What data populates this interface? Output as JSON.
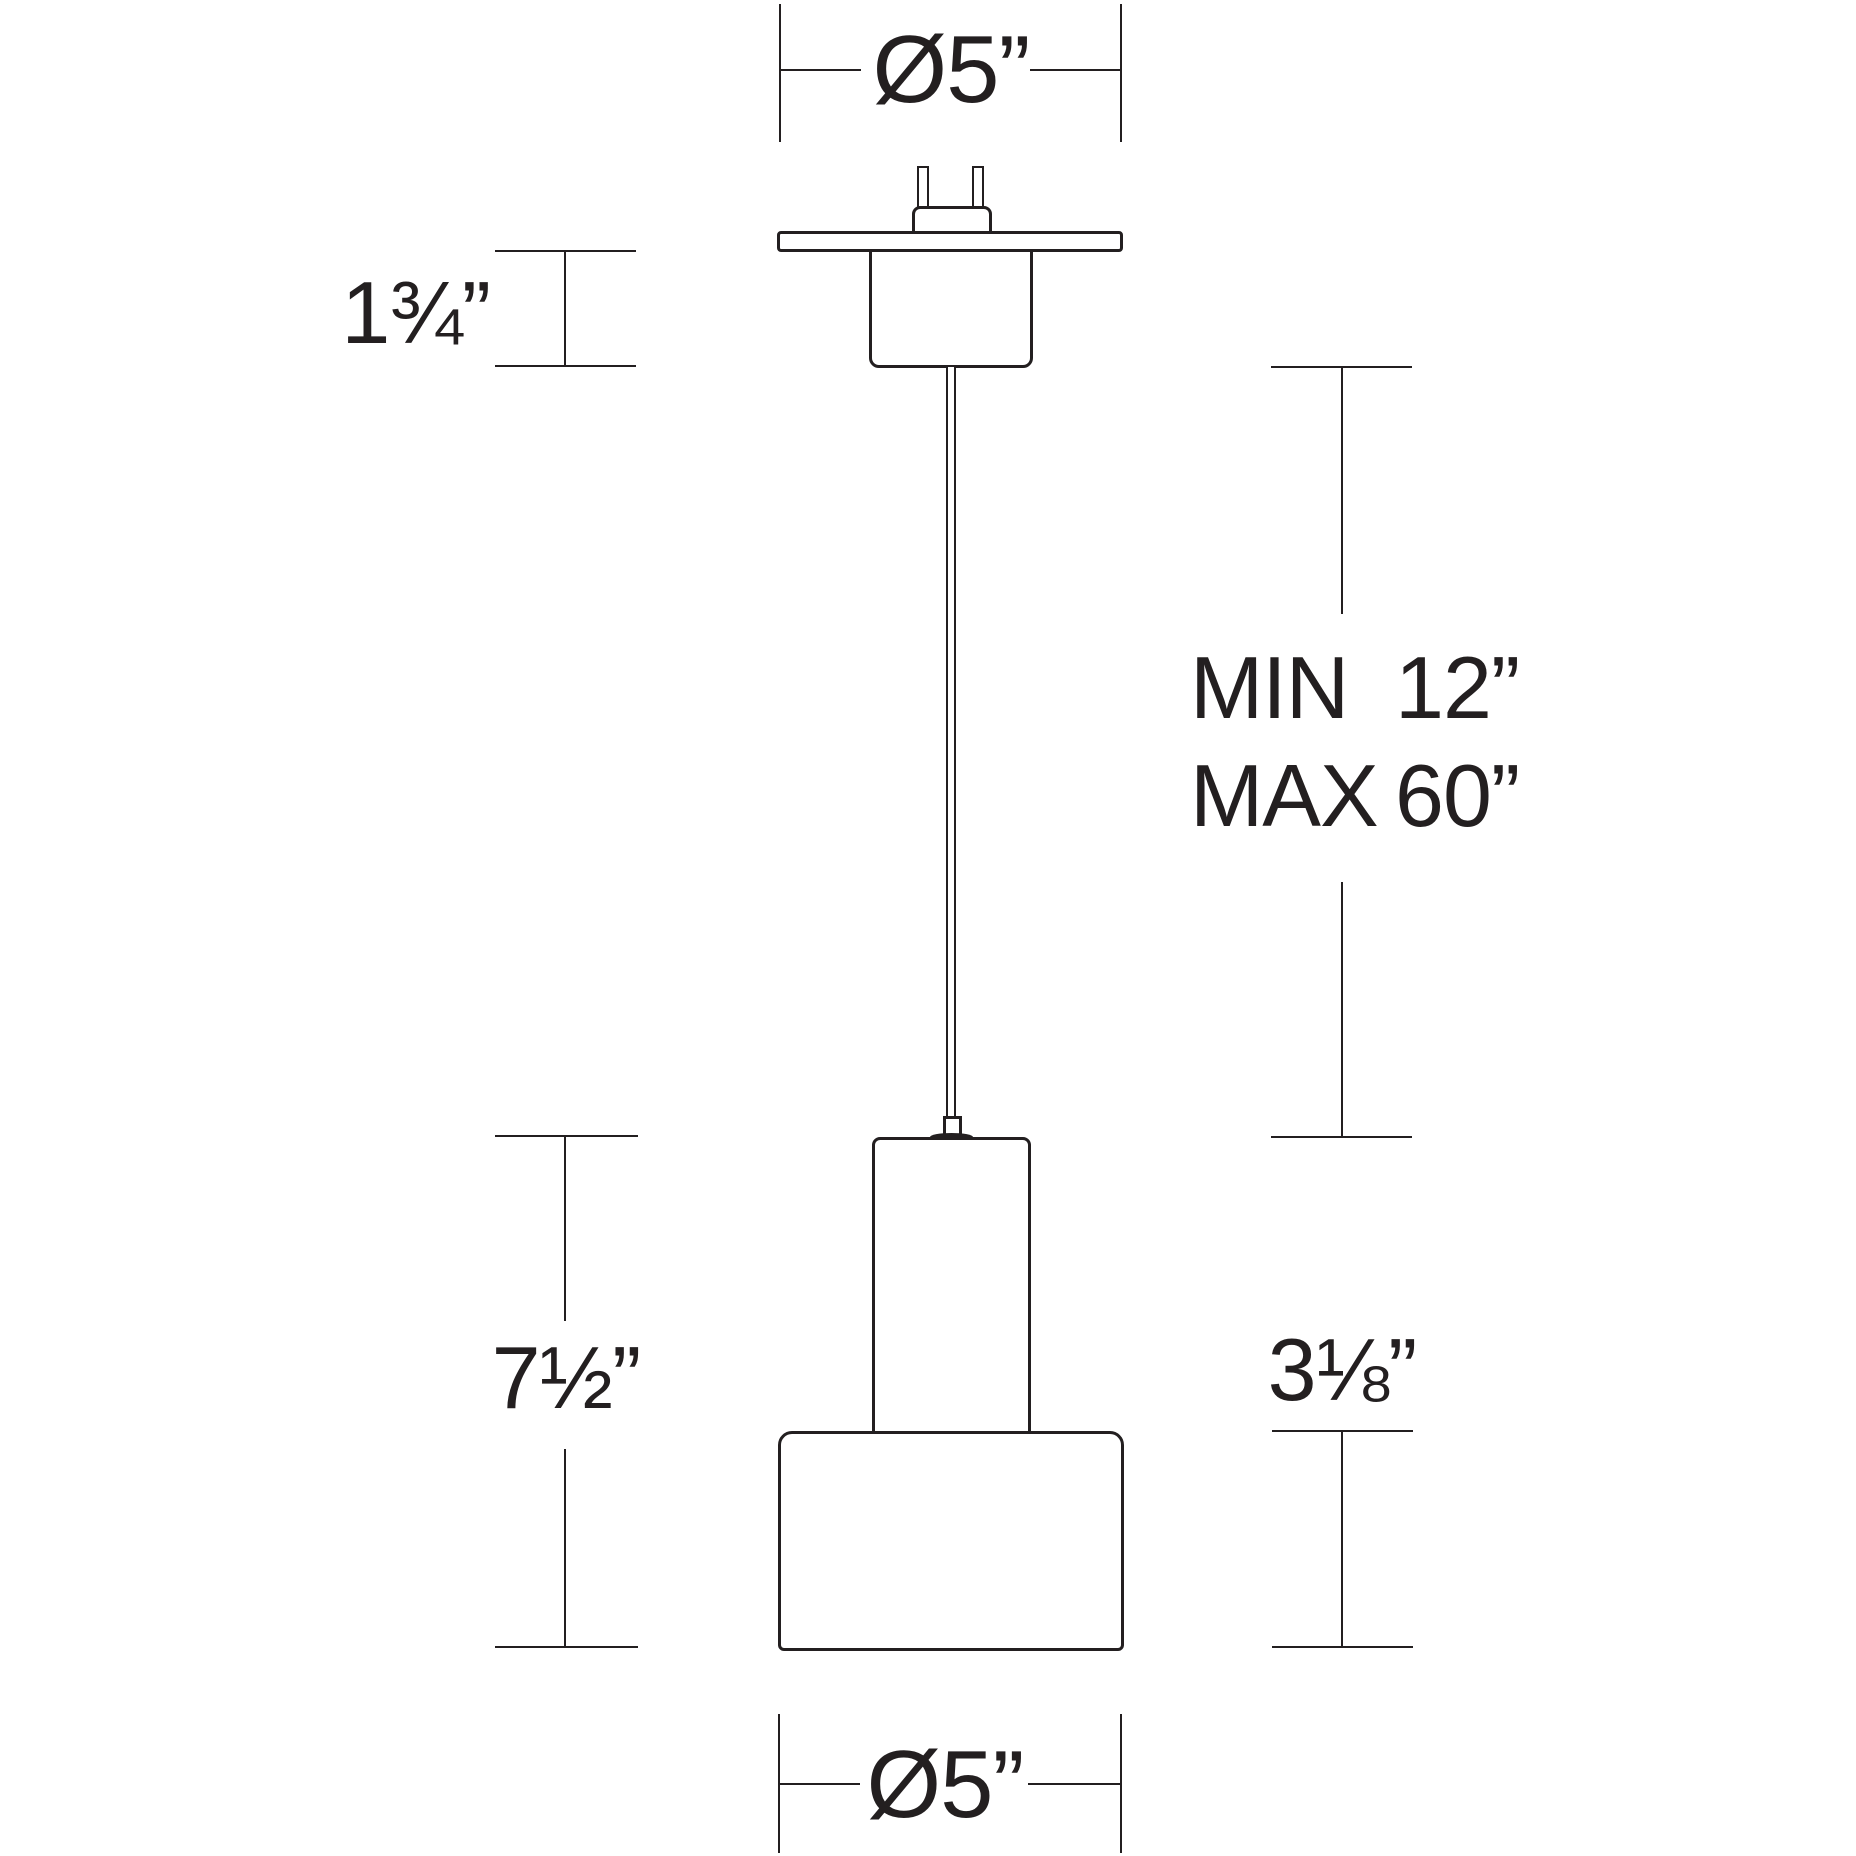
{
  "colors": {
    "ink": "#231f20",
    "background": "#ffffff"
  },
  "dimensions": {
    "canopy_diameter": "Ø5”",
    "canopy_stem_height": "1¾”",
    "suspension_min_label": "MIN",
    "suspension_min_value": "12”",
    "suspension_max_label": "MAX",
    "suspension_max_value": "60”",
    "fixture_height": "7½”",
    "shade_height": "3⅛”",
    "shade_diameter": "Ø5”"
  }
}
